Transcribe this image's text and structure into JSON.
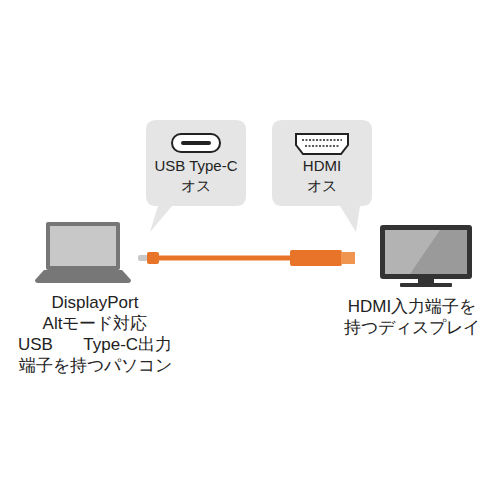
{
  "diagram": {
    "nodes": [
      {
        "text": [
          "USB Type-C",
          "オス"
        ]
      },
      {
        "text": [
          "HDMI",
          "オス"
        ]
      }
    ],
    "labels": [
      "DisplayPort Altモード対応 USB Type-C出力 端子を持つパソコン",
      "HDMI入力端子を 持つディスプレイ"
    ]
  }
}
